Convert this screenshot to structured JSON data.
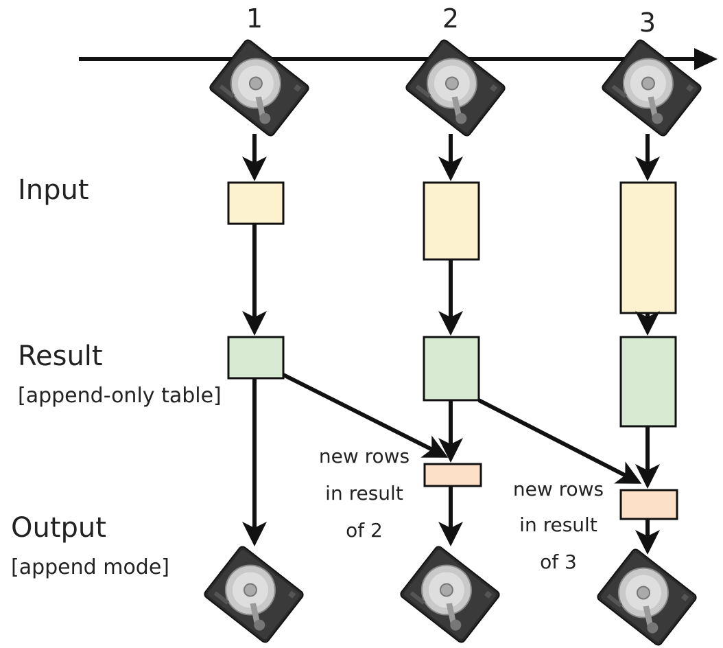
{
  "timeline": {
    "steps": [
      "1",
      "2",
      "3"
    ]
  },
  "rows": {
    "input": {
      "label": "Input"
    },
    "result": {
      "label": "Result",
      "sublabel": "[append-only table]"
    },
    "output": {
      "label": "Output",
      "sublabel": "[append mode]"
    }
  },
  "notes": {
    "step2": {
      "line1": "new rows",
      "line2": "in result",
      "line3": "of 2"
    },
    "step3": {
      "line1": "new rows",
      "line2": "in result",
      "line3": "of 3"
    }
  },
  "icons": {
    "disk": "hard-drive-icon"
  },
  "colors": {
    "input_box": "#fdf2d0",
    "result_box": "#d9ead3",
    "new_rows_box": "#fce0c8",
    "stroke": "#111111"
  }
}
